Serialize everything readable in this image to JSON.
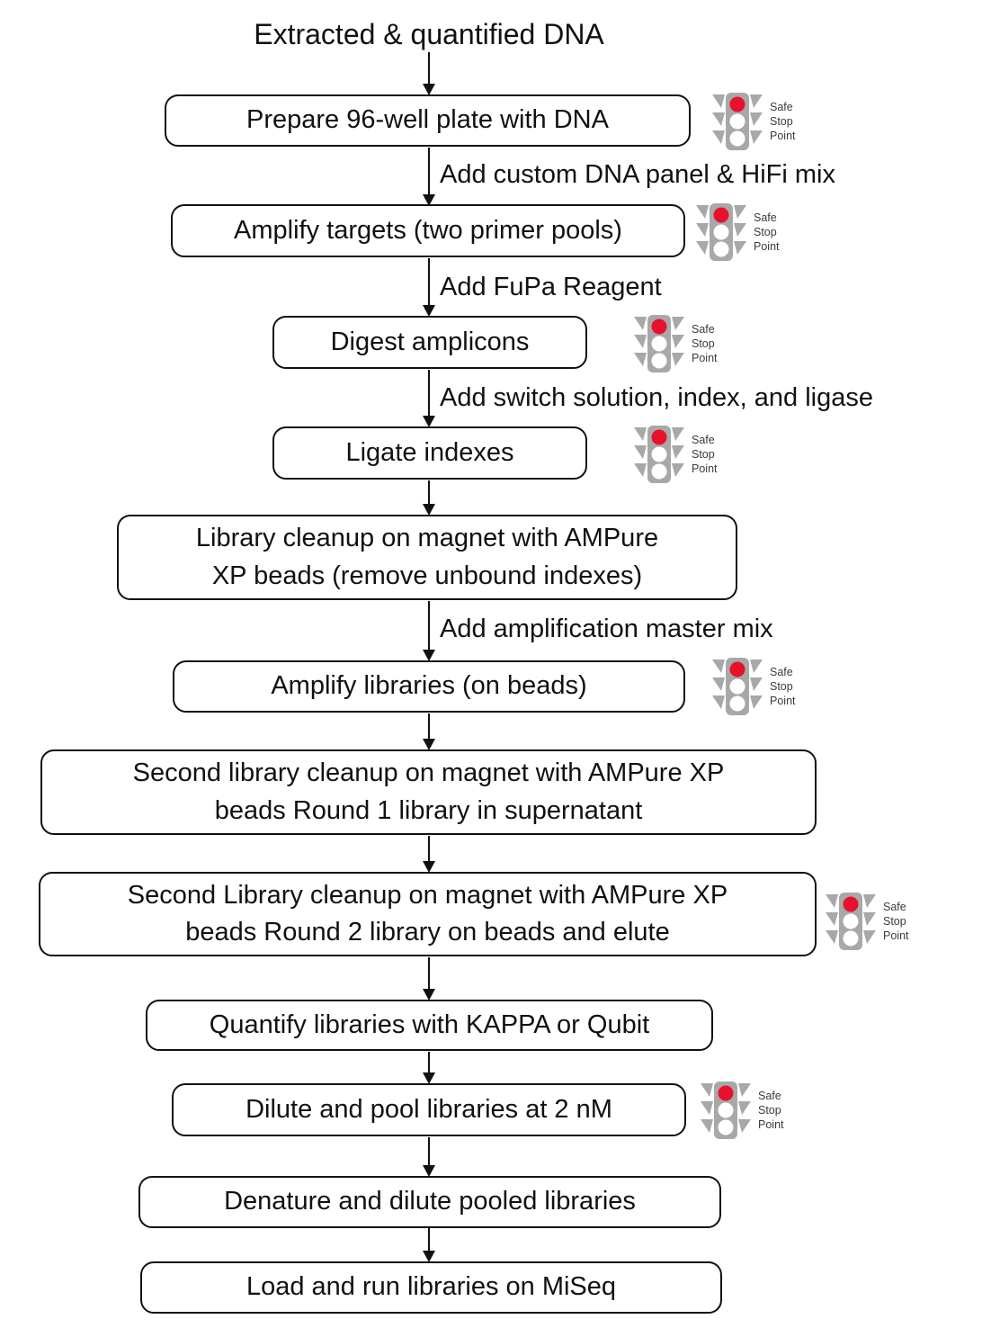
{
  "title": "Extracted & quantified DNA",
  "steps": [
    {
      "label": "Prepare 96-well plate with DNA",
      "safe_stop_point": true
    },
    {
      "label": "Amplify targets (two primer pools)",
      "safe_stop_point": true
    },
    {
      "label": "Digest amplicons",
      "safe_stop_point": true
    },
    {
      "label": "Ligate indexes",
      "safe_stop_point": true
    },
    {
      "label": "Library cleanup on magnet with AMPure\nXP beads (remove unbound indexes)",
      "safe_stop_point": false
    },
    {
      "label": "Amplify libraries (on beads)",
      "safe_stop_point": true
    },
    {
      "label": "Second library cleanup on magnet with AMPure XP\nbeads Round 1 library in supernatant",
      "safe_stop_point": false
    },
    {
      "label": "Second Library cleanup on magnet with AMPure XP\nbeads Round 2 library on beads and elute",
      "safe_stop_point": true
    },
    {
      "label": "Quantify libraries with KAPPA or Qubit",
      "safe_stop_point": false
    },
    {
      "label": "Dilute and pool libraries at 2 nM",
      "safe_stop_point": true
    },
    {
      "label": "Denature and dilute pooled libraries",
      "safe_stop_point": false
    },
    {
      "label": "Load and run libraries on MiSeq",
      "safe_stop_point": false
    }
  ],
  "edge_labels": [
    "Add custom DNA panel & HiFi mix",
    "Add FuPa Reagent",
    "Add switch solution, index, and ligase",
    "Add amplification master mix"
  ],
  "traffic_light": {
    "lines": [
      "Safe",
      "Stop",
      "Point"
    ],
    "red": "#e8112d",
    "gray": "#a8a8a8",
    "light_off": "#ffffff",
    "text_color": "#3a3a3a"
  }
}
